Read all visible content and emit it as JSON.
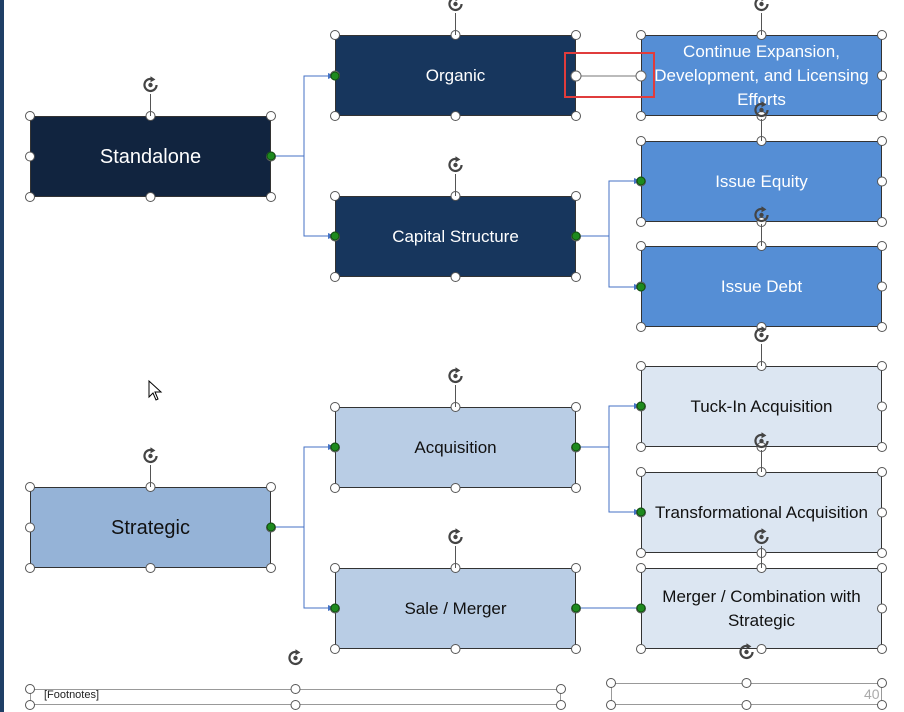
{
  "boxes": {
    "standalone": "Standalone",
    "organic": "Organic",
    "capital_structure": "Capital Structure",
    "continue_expansion": "Continue Expansion, Development, and Licensing Efforts",
    "issue_equity": "Issue Equity",
    "issue_debt": "Issue Debt",
    "strategic": "Strategic",
    "acquisition": "Acquisition",
    "sale_merger": "Sale / Merger",
    "tuck_in": "Tuck-In Acquisition",
    "transformational": "Transformational Acquisition",
    "merger_combination": "Merger / Combination with Strategic"
  },
  "footer": {
    "footnotes": "[Footnotes]",
    "page_number": "40"
  },
  "colors": {
    "navy": "#11243f",
    "dark_blue": "#17365d",
    "medium_blue": "#558ed5",
    "steel_blue": "#95b3d7",
    "light_blue": "#b9cde5",
    "pale_blue": "#dce6f2",
    "connector": "#4472c4",
    "selection_highlight": "#e03c3c",
    "connection_point": "#1e8a1e"
  },
  "icons": {
    "rotate_handle": "rotate-handle-icon",
    "cursor": "mouse-pointer-icon"
  }
}
